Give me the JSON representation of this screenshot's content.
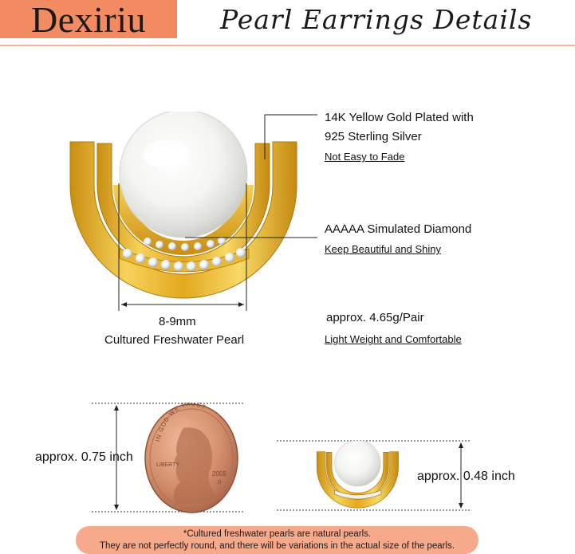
{
  "header": {
    "brand": "Dexiriu",
    "title": "Pearl Earrings Details"
  },
  "features": [
    {
      "title_line1": "14K Yellow Gold Plated with",
      "title_line2": "925 Sterling Silver",
      "subtitle": "Not Easy to Fade"
    },
    {
      "title_line1": "AAAAA Simulated Diamond",
      "subtitle": "Keep Beautiful and Shiny"
    },
    {
      "title_line1": "approx. 4.65g/Pair",
      "subtitle": "Light Weight and Comfortable"
    }
  ],
  "pearl": {
    "size": "8-9mm",
    "type": "Cultured Freshwater Pearl"
  },
  "size_compare": {
    "penny_size": "approx. 0.75 inch",
    "earring_size": "approx. 0.48 inch",
    "coin_text_top": "IN GOD WE TRUST",
    "coin_text_side": "LIBERTY",
    "coin_year": "2005",
    "coin_mint": "D"
  },
  "note": {
    "line1": "*Cultured freshwater pearls are natural pearls.",
    "line2": "They are not perfectly round, and there will be variations in the actual size of the pearls."
  },
  "colors": {
    "brand_bg": "#f28a62",
    "note_bg": "#f7a98c",
    "gold": "#e7ad1f",
    "copper": "#c4805a"
  }
}
